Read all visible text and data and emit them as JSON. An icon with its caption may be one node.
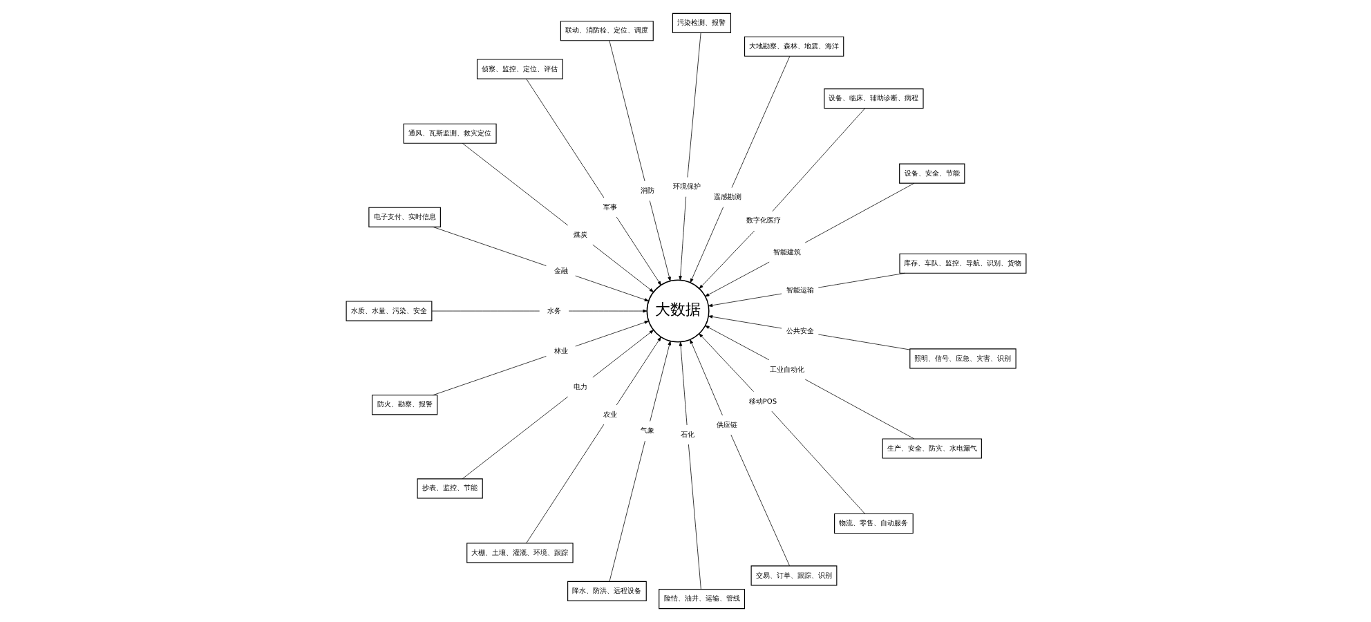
{
  "diagram": {
    "nodes": [
      {
        "text": [
          "大数据"
        ]
      },
      {
        "text": [
          "智能运输"
        ]
      },
      {
        "text": [
          "库存、车队、监控、导航、识别、货物"
        ]
      },
      {
        "text": [
          "智能建筑"
        ]
      },
      {
        "text": [
          "设备、安全、节能"
        ]
      },
      {
        "text": [
          "数字化医疗"
        ]
      },
      {
        "text": [
          "设备、临床、辅助诊断、病程"
        ]
      },
      {
        "text": [
          "遥感勘测"
        ]
      },
      {
        "text": [
          "大地勘察、森林、地震、海洋"
        ]
      },
      {
        "text": [
          "环境保护"
        ]
      },
      {
        "text": [
          "污染检测、报警"
        ]
      },
      {
        "text": [
          "消防"
        ]
      },
      {
        "text": [
          "联动、消防栓、定位、调度"
        ]
      },
      {
        "text": [
          "军事"
        ]
      },
      {
        "text": [
          "侦察、监控、定位、评估"
        ]
      },
      {
        "text": [
          "煤炭"
        ]
      },
      {
        "text": [
          "通风、瓦斯监测、救灾定位"
        ]
      },
      {
        "text": [
          "金融"
        ]
      },
      {
        "text": [
          "电子支付、实时信息"
        ]
      },
      {
        "text": [
          "水务"
        ]
      },
      {
        "text": [
          "水质、水量、污染、安全"
        ]
      },
      {
        "text": [
          "林业"
        ]
      },
      {
        "text": [
          "防火、勘察、报警"
        ]
      },
      {
        "text": [
          "电力"
        ]
      },
      {
        "text": [
          "抄表、监控、节能"
        ]
      },
      {
        "text": [
          "农业"
        ]
      },
      {
        "text": [
          "大棚、土壤、灌溉、环境、跟踪"
        ]
      },
      {
        "text": [
          "气象"
        ]
      },
      {
        "text": [
          "降水、防洪、远程设备"
        ]
      },
      {
        "text": [
          "石化"
        ]
      },
      {
        "text": [
          "险情、油井、运输、管线"
        ]
      },
      {
        "text": [
          "供应链"
        ]
      },
      {
        "text": [
          "交易、订单、跟踪、识别"
        ]
      },
      {
        "text": [
          "移动POS"
        ]
      },
      {
        "text": [
          "物流、零售、自动服务"
        ]
      },
      {
        "text": [
          "工业自动化"
        ]
      },
      {
        "text": [
          "生产、安全、防灾、水电漏气"
        ]
      },
      {
        "text": [
          "公共安全"
        ]
      },
      {
        "text": [
          "照明、信号、应急、灾害、识别"
        ]
      }
    ],
    "edges": [
      {
        "from": 1,
        "to": 0,
        "arrow": "to"
      },
      {
        "from": 2,
        "to": 1,
        "arrow": "none"
      },
      {
        "from": 3,
        "to": 0,
        "arrow": "to"
      },
      {
        "from": 4,
        "to": 3,
        "arrow": "none"
      },
      {
        "from": 5,
        "to": 0,
        "arrow": "to"
      },
      {
        "from": 6,
        "to": 5,
        "arrow": "none"
      },
      {
        "from": 7,
        "to": 0,
        "arrow": "to"
      },
      {
        "from": 8,
        "to": 7,
        "arrow": "none"
      },
      {
        "from": 9,
        "to": 0,
        "arrow": "to"
      },
      {
        "from": 10,
        "to": 9,
        "arrow": "none"
      },
      {
        "from": 11,
        "to": 0,
        "arrow": "to"
      },
      {
        "from": 12,
        "to": 11,
        "arrow": "none"
      },
      {
        "from": 13,
        "to": 0,
        "arrow": "to"
      },
      {
        "from": 14,
        "to": 13,
        "arrow": "none"
      },
      {
        "from": 15,
        "to": 0,
        "arrow": "to"
      },
      {
        "from": 16,
        "to": 15,
        "arrow": "none"
      },
      {
        "from": 17,
        "to": 0,
        "arrow": "to"
      },
      {
        "from": 18,
        "to": 17,
        "arrow": "none"
      },
      {
        "from": 19,
        "to": 0,
        "arrow": "to"
      },
      {
        "from": 20,
        "to": 19,
        "arrow": "none"
      },
      {
        "from": 21,
        "to": 0,
        "arrow": "to"
      },
      {
        "from": 22,
        "to": 21,
        "arrow": "none"
      },
      {
        "from": 23,
        "to": 0,
        "arrow": "to"
      },
      {
        "from": 24,
        "to": 23,
        "arrow": "none"
      },
      {
        "from": 25,
        "to": 0,
        "arrow": "to"
      },
      {
        "from": 26,
        "to": 25,
        "arrow": "none"
      },
      {
        "from": 27,
        "to": 0,
        "arrow": "to"
      },
      {
        "from": 28,
        "to": 27,
        "arrow": "none"
      },
      {
        "from": 29,
        "to": 0,
        "arrow": "to"
      },
      {
        "from": 30,
        "to": 29,
        "arrow": "none"
      },
      {
        "from": 31,
        "to": 0,
        "arrow": "to"
      },
      {
        "from": 32,
        "to": 31,
        "arrow": "none"
      },
      {
        "from": 33,
        "to": 0,
        "arrow": "to"
      },
      {
        "from": 34,
        "to": 33,
        "arrow": "none"
      },
      {
        "from": 35,
        "to": 0,
        "arrow": "to"
      },
      {
        "from": 36,
        "to": 35,
        "arrow": "none"
      },
      {
        "from": 37,
        "to": 0,
        "arrow": "to"
      },
      {
        "from": 38,
        "to": 37,
        "arrow": "none"
      }
    ]
  }
}
